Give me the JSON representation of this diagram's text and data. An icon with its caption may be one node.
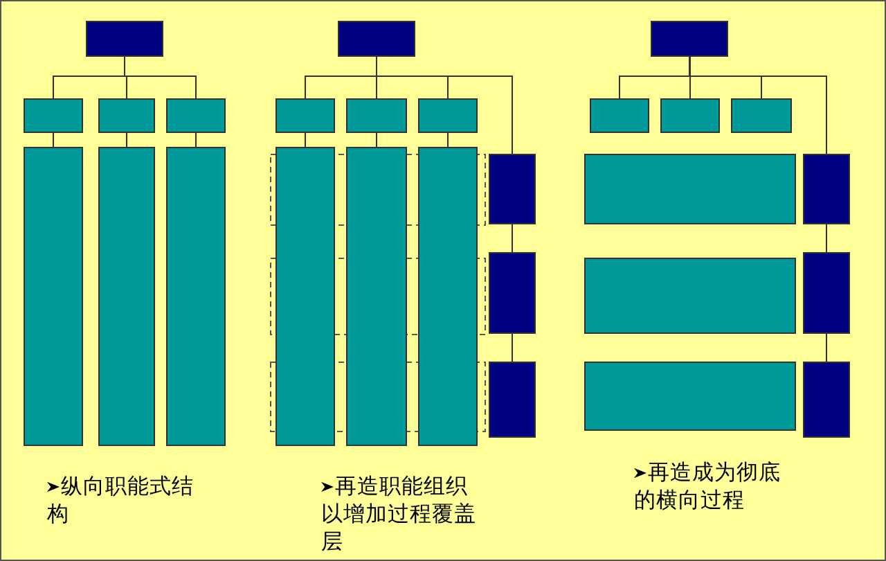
{
  "diagram": {
    "nodes": [
      {
        "text": [],
        "shape": "box"
      },
      {
        "text": [],
        "shape": "box"
      },
      {
        "text": [],
        "shape": "box"
      },
      {
        "text": [],
        "shape": "box"
      },
      {
        "text": [],
        "shape": "box"
      },
      {
        "text": [],
        "shape": "box"
      },
      {
        "text": [],
        "shape": "box"
      },
      {
        "text": [],
        "shape": "box"
      },
      {
        "text": [],
        "shape": "box"
      },
      {
        "text": [],
        "shape": "box"
      },
      {
        "text": [],
        "shape": "box"
      },
      {
        "text": [],
        "shape": "box"
      },
      {
        "text": [],
        "shape": "box"
      },
      {
        "text": [],
        "shape": "box"
      },
      {
        "text": [],
        "shape": "box"
      },
      {
        "text": [],
        "shape": "box"
      },
      {
        "text": [],
        "shape": "box"
      },
      {
        "text": [],
        "shape": "box"
      },
      {
        "text": [],
        "shape": "box"
      },
      {
        "text": [],
        "shape": "box"
      },
      {
        "text": [],
        "shape": "box"
      },
      {
        "text": [],
        "shape": "box"
      },
      {
        "text": [],
        "shape": "box"
      },
      {
        "text": [],
        "shape": "box"
      },
      {
        "text": [],
        "shape": "box"
      },
      {
        "text": [],
        "shape": "box"
      },
      {
        "text": [],
        "shape": "box"
      }
    ],
    "edges": [
      {
        "from": 0,
        "to": 1,
        "arrow": "none"
      },
      {
        "from": 0,
        "to": 2,
        "arrow": "none"
      },
      {
        "from": 0,
        "to": 3,
        "arrow": "none"
      },
      {
        "from": 1,
        "to": 4,
        "arrow": "none"
      },
      {
        "from": 2,
        "to": 5,
        "arrow": "none"
      },
      {
        "from": 3,
        "to": 6,
        "arrow": "none"
      },
      {
        "from": 7,
        "to": 8,
        "arrow": "none"
      },
      {
        "from": 7,
        "to": 9,
        "arrow": "none"
      },
      {
        "from": 7,
        "to": 10,
        "arrow": "none"
      },
      {
        "from": 8,
        "to": 11,
        "arrow": "none"
      },
      {
        "from": 9,
        "to": 12,
        "arrow": "none"
      },
      {
        "from": 10,
        "to": 13,
        "arrow": "none"
      },
      {
        "from": 7,
        "to": 14,
        "arrow": "none"
      },
      {
        "from": 14,
        "to": 15,
        "arrow": "none"
      },
      {
        "from": 15,
        "to": 16,
        "arrow": "none"
      },
      {
        "from": 17,
        "to": 18,
        "arrow": "none"
      },
      {
        "from": 17,
        "to": 19,
        "arrow": "none"
      },
      {
        "from": 17,
        "to": 20,
        "arrow": "none"
      },
      {
        "from": 17,
        "to": 24,
        "arrow": "none"
      },
      {
        "from": 24,
        "to": 25,
        "arrow": "none"
      },
      {
        "from": 25,
        "to": 26,
        "arrow": "none"
      }
    ],
    "labels": [
      "纵向职能式结构",
      "再造职能组织以增加过程覆盖层",
      "再造成为彻底的横向过程"
    ]
  }
}
